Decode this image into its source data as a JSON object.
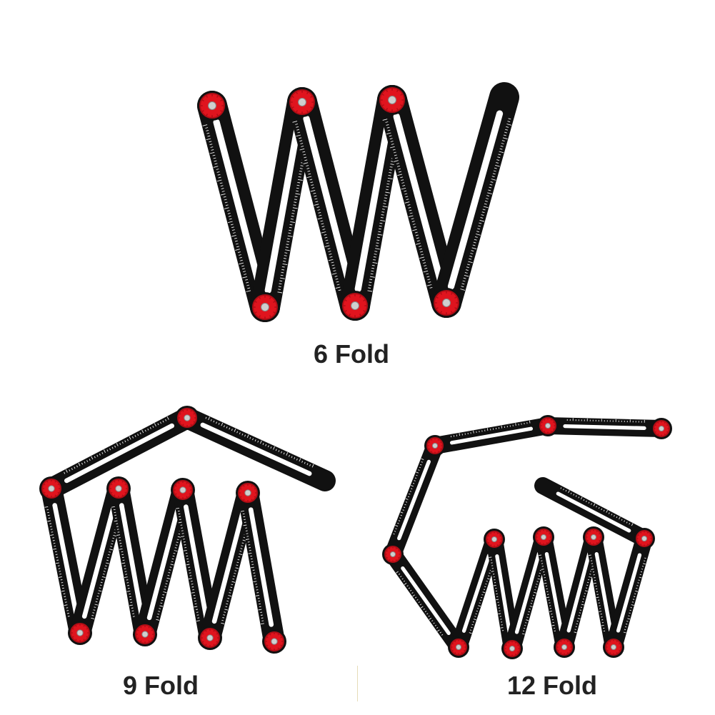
{
  "captions": {
    "six_fold": "6 Fold",
    "nine_fold": "9 Fold",
    "twelve_fold": "12 Fold"
  },
  "colors": {
    "arm": "#111111",
    "slot": "#ffffff",
    "pivot": "#e0141e",
    "pivot_ring": "#b00d15",
    "pivot_center": "#cfcfcf",
    "caption": "#222222",
    "divider": "#e6dcb8"
  },
  "icons": {
    "pivot": "red-knob-icon",
    "ruler": "folding-ruler-icon"
  }
}
